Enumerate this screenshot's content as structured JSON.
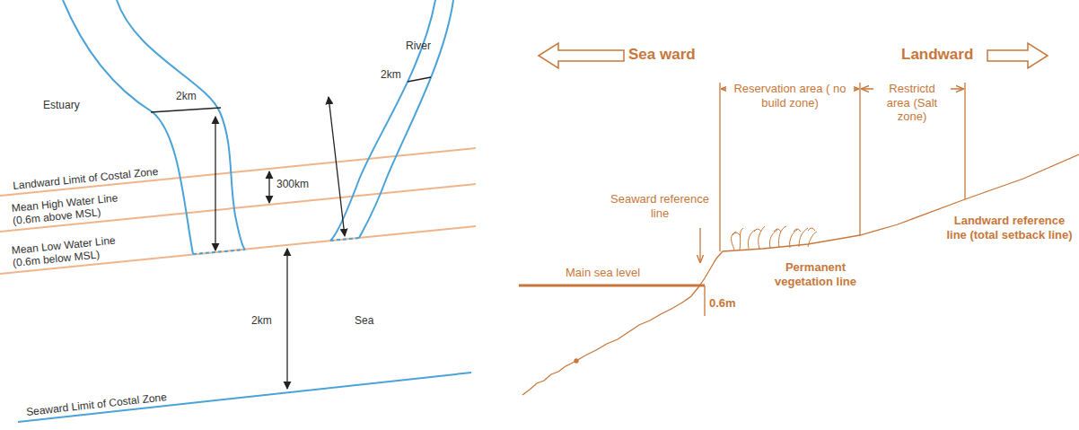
{
  "diagram": {
    "labels": [
      "Estuary",
      "2km",
      "River",
      "2km",
      "Landward Limit of Costal Zone",
      "300km",
      "Mean High Water Line (0.6m above MSL)",
      "Mean Low Water Line (0.6m below MSL)",
      "2km",
      "Sea",
      "Seaward Limit of Costal Zone",
      "Sea ward",
      "Landward",
      "Reservation area ( no build zone)",
      "Restrictd area (Salt zone)",
      "Seaward reference line",
      "Main sea level",
      "Permanent vegetation line",
      "0.6m",
      "Landward reference line (total setback line)"
    ]
  }
}
